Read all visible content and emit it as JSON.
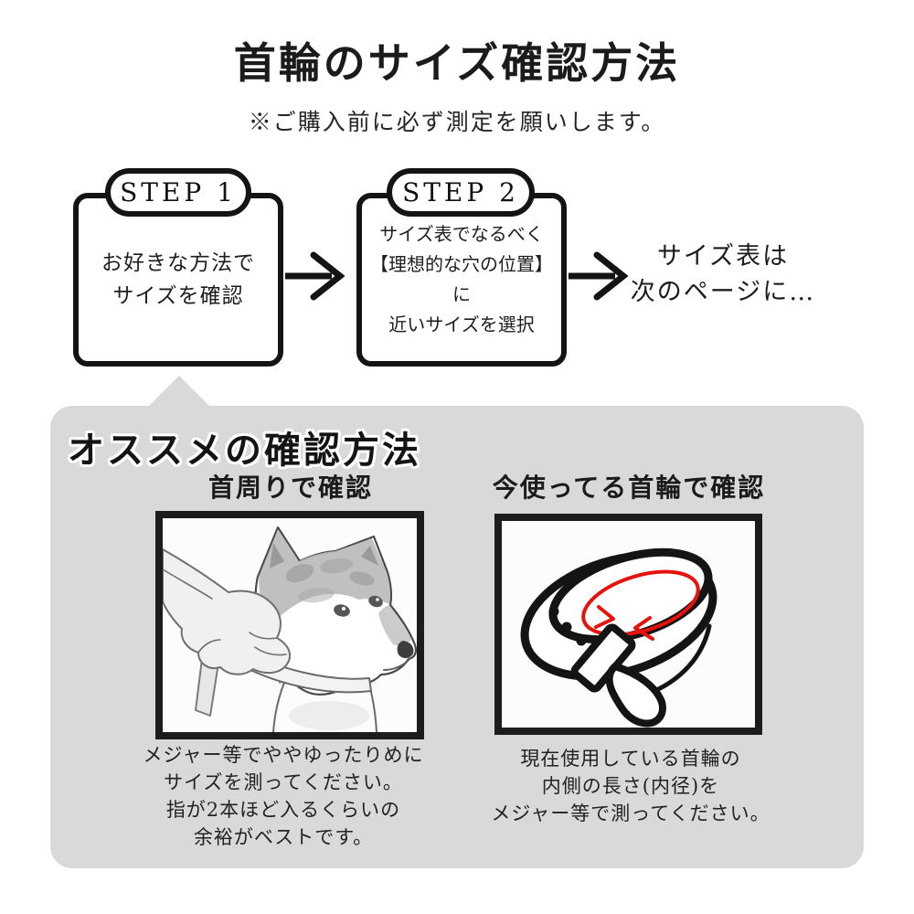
{
  "page": {
    "title": "首輪のサイズ確認方法",
    "subtitle": "※ご購入前に必ず測定を願いします。"
  },
  "flow": {
    "steps": [
      {
        "badge": "STEP 1",
        "lines": [
          "お好きな方法で",
          "サイズを確認"
        ]
      },
      {
        "badge": "STEP 2",
        "lines": [
          "サイズ表でなるべく",
          "【理想的な穴の位置】に",
          "近いサイズを選択"
        ]
      }
    ],
    "next_note_lines": [
      "サイズ表は",
      "次のページに…"
    ]
  },
  "recommended": {
    "title": "オススメの確認方法",
    "methods": [
      {
        "heading": "首周りで確認",
        "illustration": "dog-neck-measuring",
        "caption_lines": [
          "メジャー等でややゆったりめに",
          "サイズを測ってください。",
          "指が2本ほど入るくらいの",
          "余裕がベストです。"
        ]
      },
      {
        "heading": "今使ってる首輪で確認",
        "illustration": "collar-inner-length",
        "caption_lines": [
          "現在使用している首輪の",
          "内側の長さ(内径)を",
          "メジャー等で測ってください。"
        ]
      }
    ]
  },
  "colors": {
    "ink": "#161616",
    "panel_gray": "#d9d9d9",
    "accent_red": "#e8120c"
  }
}
